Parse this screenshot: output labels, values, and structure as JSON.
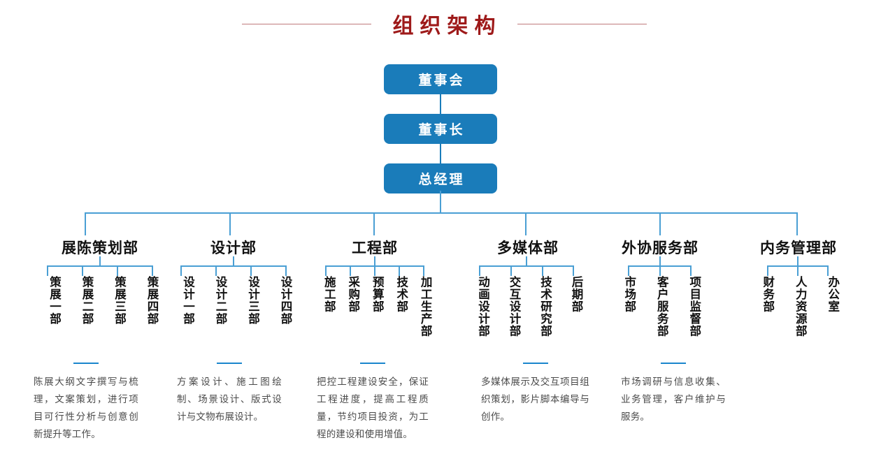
{
  "page": {
    "title": "组织架构",
    "background": "#ffffff",
    "title_color": "#9e1a1a",
    "title_rule_color": "#bf7a7c",
    "node_color": "#1a7cba",
    "connector_color": "#4a9fd4",
    "accent_rule_color": "#1a86cc"
  },
  "executives": [
    {
      "label": "董事会"
    },
    {
      "label": "董事长"
    },
    {
      "label": "总经理"
    }
  ],
  "departments": [
    {
      "name": "展陈策划部",
      "units": [
        "策展一部",
        "策展二部",
        "策展三部",
        "策展四部"
      ],
      "description": "陈展大纲文字撰写与梳理，文案策划，进行项目可行性分析与创意创新提升等工作。"
    },
    {
      "name": "设计部",
      "units": [
        "设计一部",
        "设计二部",
        "设计三部",
        "设计四部"
      ],
      "description": "方案设计、施工图绘制、场景设计、版式设计与文物布展设计。"
    },
    {
      "name": "工程部",
      "units": [
        "施工部",
        "采购部",
        "预算部",
        "技术部",
        "加工生产部"
      ],
      "description": "把控工程建设安全，保证工程进度，提高工程质量，节约项目投资，为工程的建设和使用增值。"
    },
    {
      "name": "多媒体部",
      "units": [
        "动画设计部",
        "交互设计部",
        "技术研究部",
        "后期部"
      ],
      "description": "多媒体展示及交互项目组织策划，影片脚本编导与创作。"
    },
    {
      "name": "外协服务部",
      "units": [
        "市场部",
        "客户服务部",
        "项目监督部"
      ],
      "description": "市场调研与信息收集、业务管理，客户维护与服务。"
    },
    {
      "name": "内务管理部",
      "units": [
        "财务部",
        "人力资源部",
        "办公室"
      ],
      "description": ""
    }
  ]
}
